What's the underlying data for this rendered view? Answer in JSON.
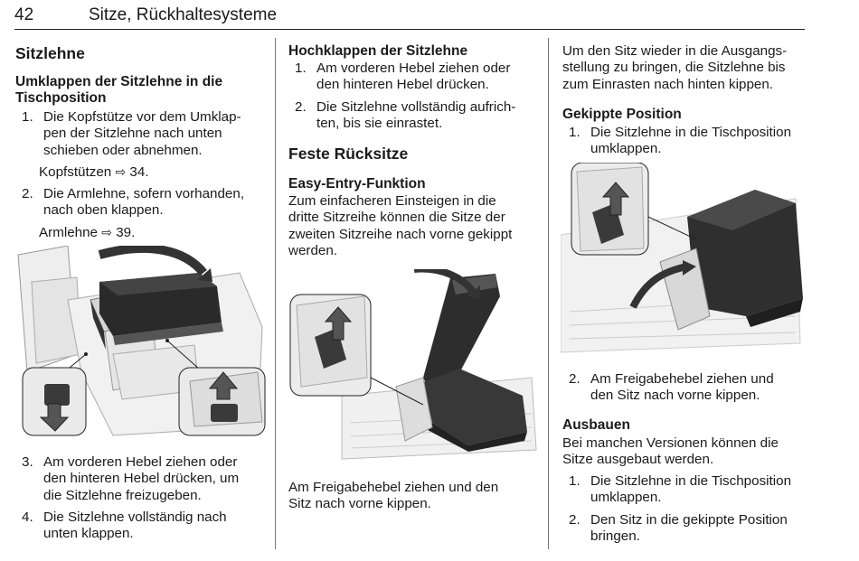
{
  "header": {
    "page_number": "42",
    "title": "Sitze, Rückhaltesysteme"
  },
  "col1": {
    "heading": "Sitzlehne",
    "subheading_l1": "Umklappen der Sitzlehne in die",
    "subheading_l2": "Tischposition",
    "step1": {
      "num": "1.",
      "l1": "Die Kopfstütze vor dem Umklap-",
      "l2": "pen der Sitzlehne nach unten",
      "l3": "schieben oder abnehmen."
    },
    "ref1": {
      "text": "Kopfstützen",
      "arrow": "⇨",
      "page": "34."
    },
    "step2": {
      "num": "2.",
      "l1": "Die Armlehne, sofern vorhanden,",
      "l2": "nach oben klappen."
    },
    "ref2": {
      "text": "Armlehne",
      "arrow": "⇨",
      "page": "39."
    },
    "step3": {
      "num": "3.",
      "l1": "Am vorderen Hebel ziehen oder",
      "l2": "den hinteren Hebel drücken, um",
      "l3": "die Sitzlehne freizugeben."
    },
    "step4": {
      "num": "4.",
      "l1": "Die Sitzlehne vollständig nach",
      "l2": "unten klappen."
    }
  },
  "col2": {
    "subheading": "Hochklappen der Sitzlehne",
    "step1": {
      "num": "1.",
      "l1": "Am vorderen Hebel ziehen oder",
      "l2": "den hinteren Hebel drücken."
    },
    "step2": {
      "num": "2.",
      "l1": "Die Sitzlehne vollständig aufrich-",
      "l2": "ten, bis sie einrastet."
    },
    "heading": "Feste Rücksitze",
    "subheading2": "Easy-Entry-Funktion",
    "para": {
      "l1": "Zum einfacheren Einsteigen in die",
      "l2": "dritte Sitzreihe können die Sitze der",
      "l3": "zweiten Sitzreihe nach vorne gekippt",
      "l4": "werden."
    },
    "caption": {
      "l1": "Am Freigabehebel ziehen und den",
      "l2": "Sitz nach vorne kippen."
    }
  },
  "col3": {
    "para": {
      "l1": "Um den Sitz wieder in die Ausgangs-",
      "l2": "stellung zu bringen, die Sitzlehne bis",
      "l3": "zum Einrasten nach hinten kippen."
    },
    "subheading": "Gekippte Position",
    "step1": {
      "num": "1.",
      "l1": "Die Sitzlehne in die Tischposition",
      "l2": "umklappen."
    },
    "step2": {
      "num": "2.",
      "l1": "Am Freigabehebel ziehen und",
      "l2": "den Sitz nach vorne kippen."
    },
    "subheading2": "Ausbauen",
    "para2": {
      "l1": "Bei manchen Versionen können die",
      "l2": "Sitze ausgebaut werden."
    },
    "step3": {
      "num": "1.",
      "l1": "Die Sitzlehne in die Tischposition",
      "l2": "umklappen."
    },
    "step4": {
      "num": "2.",
      "l1": "Den Sitz in die gekippte Position",
      "l2": "bringen."
    }
  }
}
